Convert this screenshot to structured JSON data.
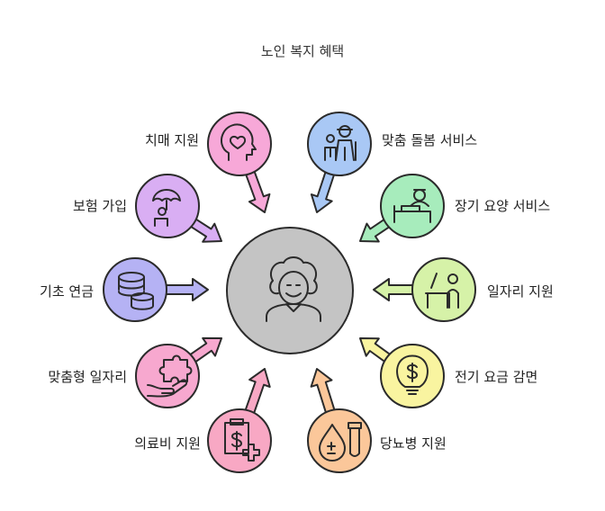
{
  "title": "노인 복지 혜택",
  "center": {
    "icon": "elderly-person-icon"
  },
  "benefits": [
    {
      "label": "치매 지원",
      "icon": "head-heart-icon",
      "color": "#f7a8d8"
    },
    {
      "label": "맞춤 돌봄 서비스",
      "icon": "caregiver-elder-icon",
      "color": "#a9c8f5"
    },
    {
      "label": "장기 요양 서비스",
      "icon": "patient-bed-icon",
      "color": "#a7ecbc"
    },
    {
      "label": "일자리 지원",
      "icon": "desk-worker-icon",
      "color": "#d6f2a8"
    },
    {
      "label": "전기 요금 감면",
      "icon": "lightbulb-dollar-icon",
      "color": "#f9f4a0"
    },
    {
      "label": "당뇨병 지원",
      "icon": "blood-drop-test-icon",
      "color": "#fbc79a"
    },
    {
      "label": "의료비 지원",
      "icon": "medical-bill-icon",
      "color": "#f8a8c4"
    },
    {
      "label": "맞춤형 일자리",
      "icon": "hand-puzzle-icon",
      "color": "#f7a8cf"
    },
    {
      "label": "기초 연금",
      "icon": "coin-stack-icon",
      "color": "#b5b2f4"
    },
    {
      "label": "보험 가입",
      "icon": "umbrella-person-icon",
      "color": "#d9aef3"
    }
  ]
}
